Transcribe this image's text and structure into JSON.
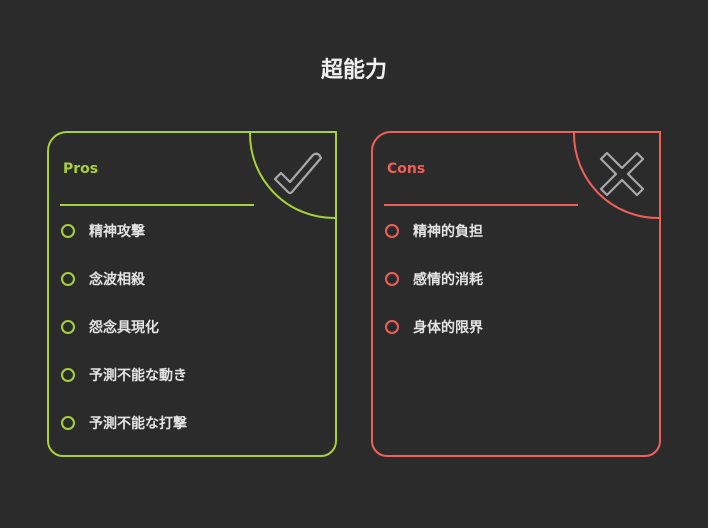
{
  "title": "超能力",
  "pros": {
    "label": "Pros",
    "color": "#a6d13a",
    "items": [
      "精神攻撃",
      "念波相殺",
      "怨念具現化",
      "予測不能な動き",
      "予測不能な打撃"
    ]
  },
  "cons": {
    "label": "Cons",
    "color": "#f0605a",
    "items": [
      "精神的負担",
      "感情的消耗",
      "身体的限界"
    ]
  }
}
